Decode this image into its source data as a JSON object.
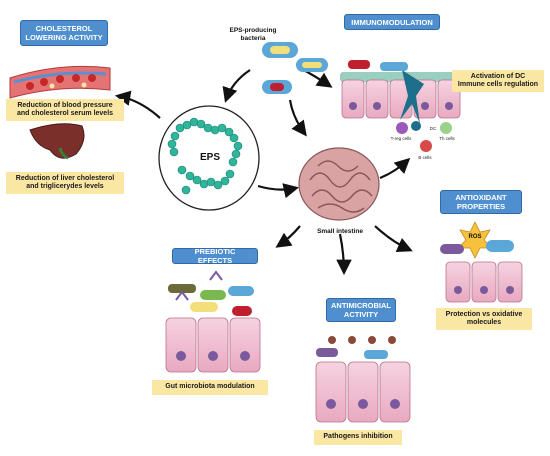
{
  "center": {
    "eps_label": "EPS",
    "bacteria_label": "EPS-producing\nbacteria",
    "intestine_label": "Small intestine"
  },
  "cholesterol": {
    "title": "CHOLESTEROL\nLOWERING ACTIVITY",
    "effect1": "Reduction of blood pressure\nand cholesterol serum levels",
    "effect2": "Reduction of liver cholesterol\nand triglicerydes levels"
  },
  "immunomodulation": {
    "title": "IMMUNOMODULATION",
    "effect": "Activation of DC\nImmune cells regulation",
    "cells": {
      "dc": "DC",
      "treg": "T-reg cells",
      "th": "Th cells",
      "b": "B cells"
    }
  },
  "antioxidant": {
    "title": "ANTIOXIDANT\nPROPERTIES",
    "ros": "ROS",
    "effect": "Protection vs oxidative\nmolecules"
  },
  "prebiotic": {
    "title": "PREBIOTIC EFFECTS",
    "effect": "Gut microbiota modulation"
  },
  "antimicrobial": {
    "title": "ANTIMICROBIAL\nACTIVITY",
    "effect": "Pathogens inhibition"
  },
  "colors": {
    "title_box": "#4f8fd0",
    "effect_box": "#fbe7a4",
    "eps_chain": "#2fb59c",
    "cell": "#f3c6d6",
    "nucleus": "#7a5a9c"
  }
}
